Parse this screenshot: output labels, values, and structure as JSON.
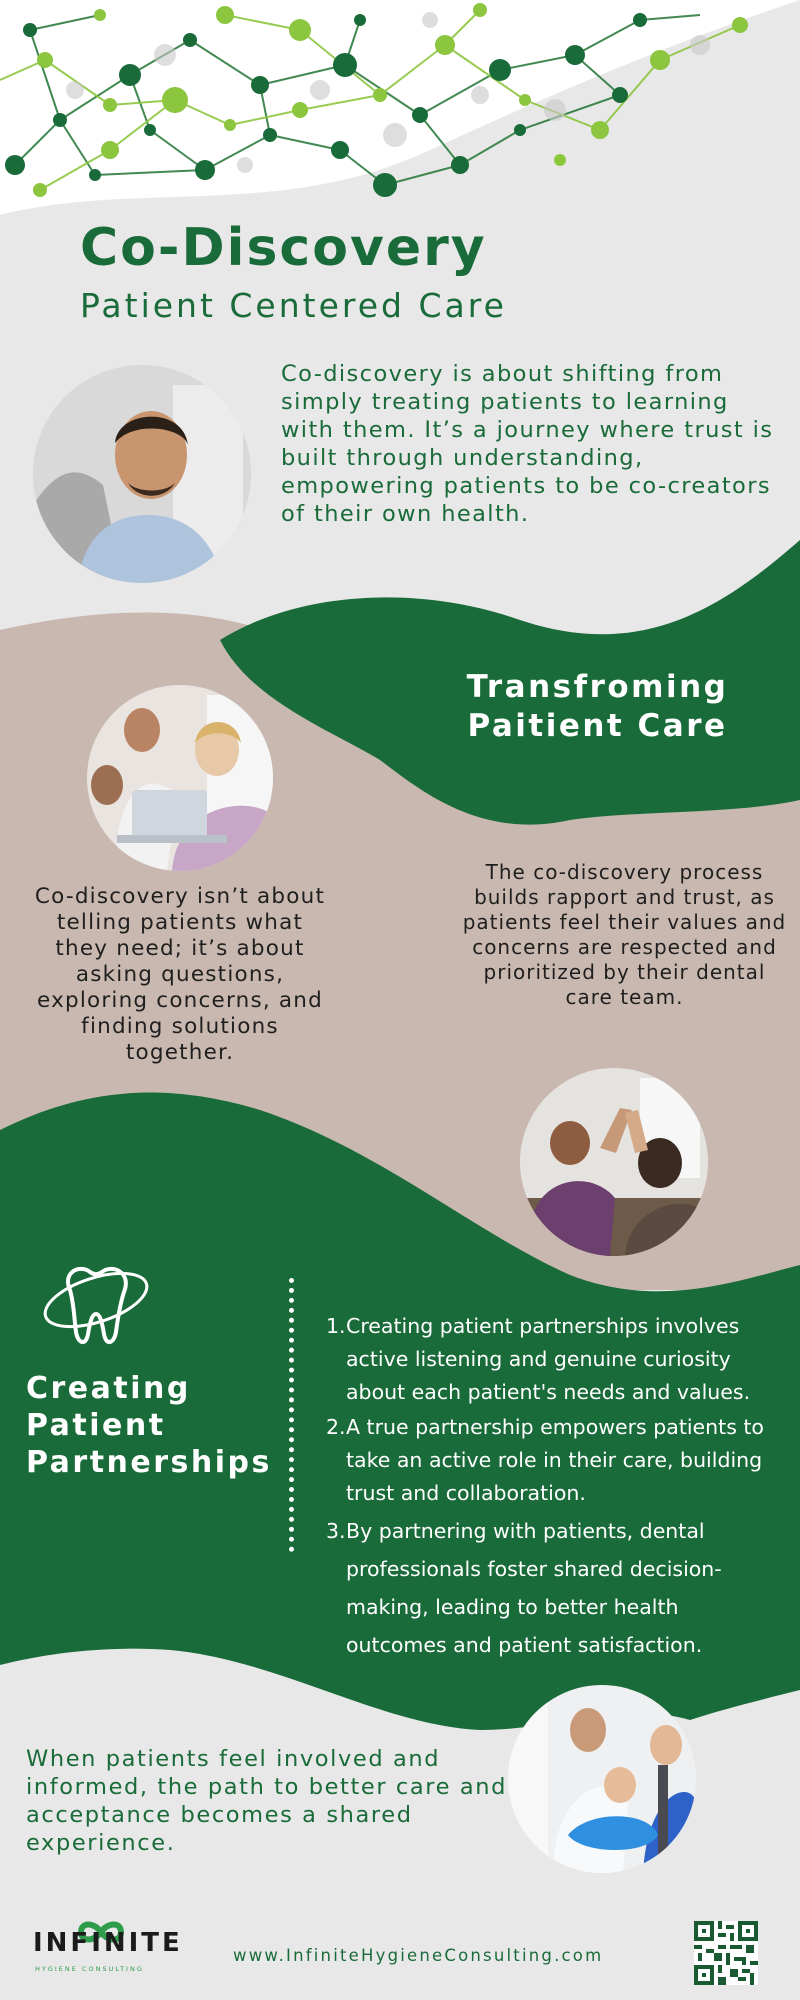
{
  "header": {
    "title": "Co-Discovery",
    "subtitle": "Patient Centered Care",
    "intro": "Co-discovery is about shifting from simply treating patients to learning with them. It’s a journey where trust is built through understanding, empowering patients to be co-creators of their own health."
  },
  "transform": {
    "heading_line1": "Transfroming",
    "heading_line2": "Paitient Care",
    "left_text": "Co-discovery isn’t about telling patients what they need; it’s about asking questions, exploring concerns, and finding solutions together.",
    "right_text": "The co-discovery process builds rapport and trust, as patients feel their values and concerns are respected and prioritized by their dental care team."
  },
  "partnerships": {
    "heading_line1": "Creating",
    "heading_line2": "Patient",
    "heading_line3": "Partnerships",
    "icon": "tooth-icon",
    "items": [
      {
        "num": "1.",
        "text": "Creating patient partnerships involves active listening and genuine curiosity about each patient's needs and values."
      },
      {
        "num": "2.",
        "text": "A true partnership empowers patients to take an active role in their care, building trust and collaboration."
      },
      {
        "num": "3.",
        "text": "By partnering with patients, dental professionals foster shared decision-making, leading to better health outcomes and patient satisfaction."
      }
    ]
  },
  "closing": {
    "text": "When patients feel involved and informed, the path to better care and acceptance becomes a shared experience."
  },
  "footer": {
    "logo": "INFINITE",
    "logo_sub": "HYGIENE CONSULTING",
    "url": "www.InfiniteHygieneConsulting.com",
    "qr_icon": "qr-code-icon"
  },
  "colors": {
    "dark_green": "#1a6b3a",
    "light_green": "#8cc63f",
    "beige": "#c9b8af",
    "light_gray": "#e8e8e8"
  }
}
